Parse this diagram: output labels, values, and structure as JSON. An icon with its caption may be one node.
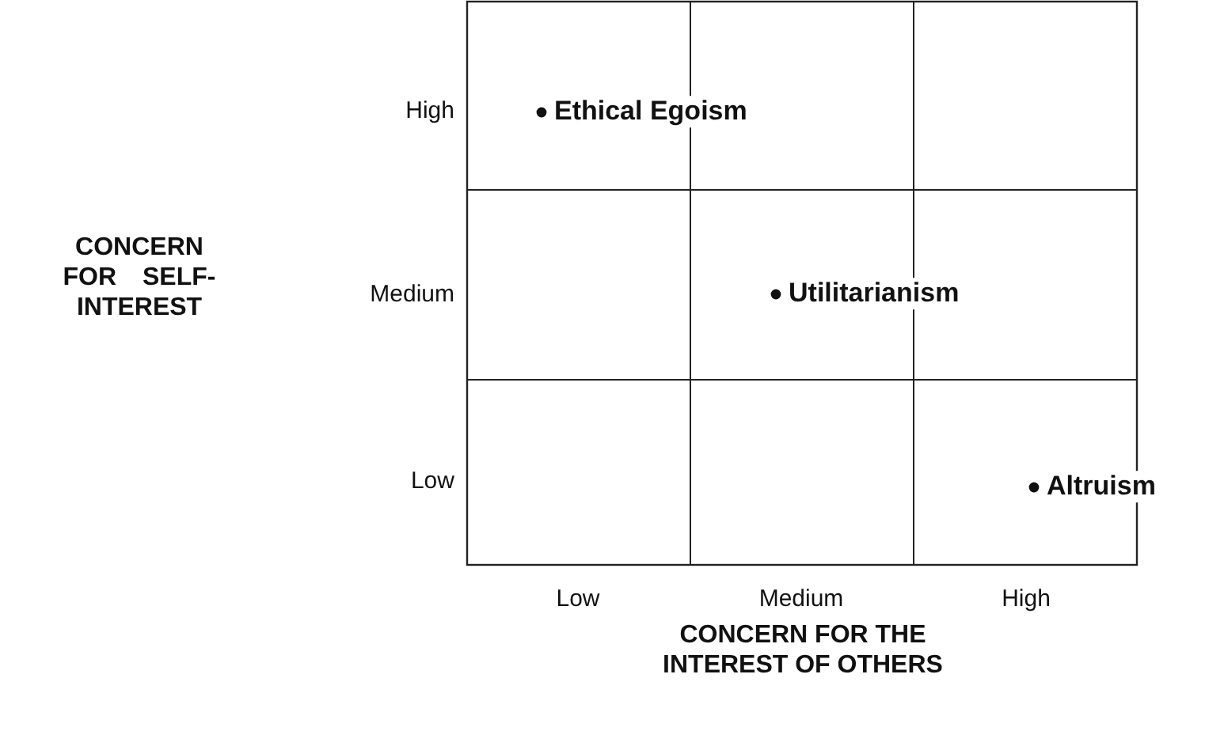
{
  "diagram": {
    "labels": [
      "High",
      "Ethical Egoism",
      "CONCERN FOR SELF-INTEREST",
      "Medium",
      "Utilitarianism",
      "Low",
      "Altruism",
      "Low",
      "Medium",
      "High",
      "CONCERN FOR THE INTEREST OF OTHERS"
    ]
  }
}
